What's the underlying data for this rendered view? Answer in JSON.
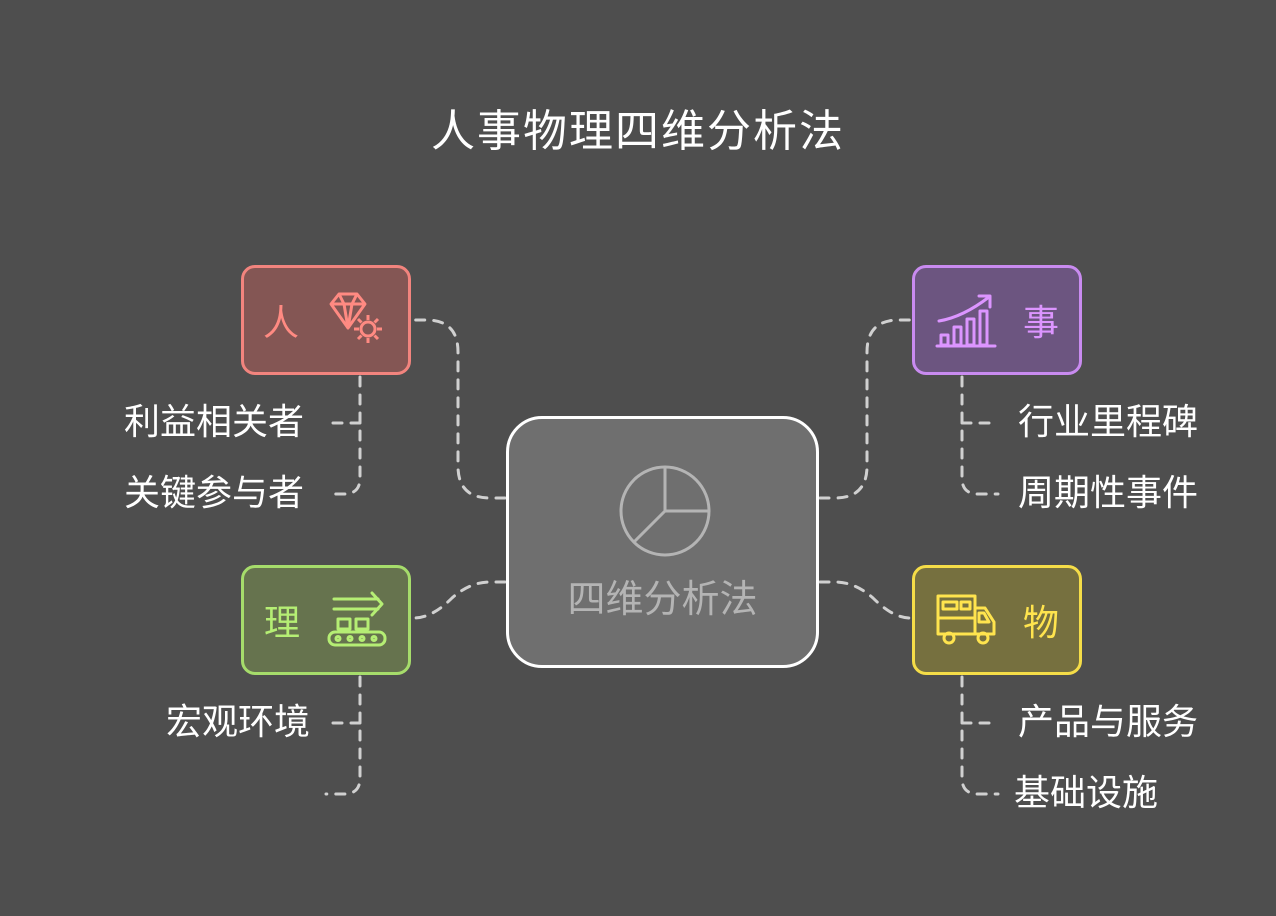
{
  "title": "人事物理四维分析法",
  "center": {
    "label": "四维分析法",
    "icon": "pie-chart-icon"
  },
  "branches": {
    "people": {
      "label": "人",
      "icon": "gem-gear-icon",
      "color": "#f2847e",
      "items": [
        "利益相关者",
        "关键参与者"
      ]
    },
    "events": {
      "label": "事",
      "icon": "growth-chart-icon",
      "color": "#c98bf0",
      "items": [
        "行业里程碑",
        "周期性事件"
      ]
    },
    "reason": {
      "label": "理",
      "icon": "conveyor-arrow-icon",
      "color": "#a6dc6b",
      "items": [
        "宏观环境",
        ""
      ]
    },
    "things": {
      "label": "物",
      "icon": "truck-icon",
      "color": "#f5dd48",
      "items": [
        "产品与服务",
        "基础设施"
      ]
    }
  },
  "colors": {
    "background": "#4e4e4e",
    "connector": "#d0d0d0"
  }
}
